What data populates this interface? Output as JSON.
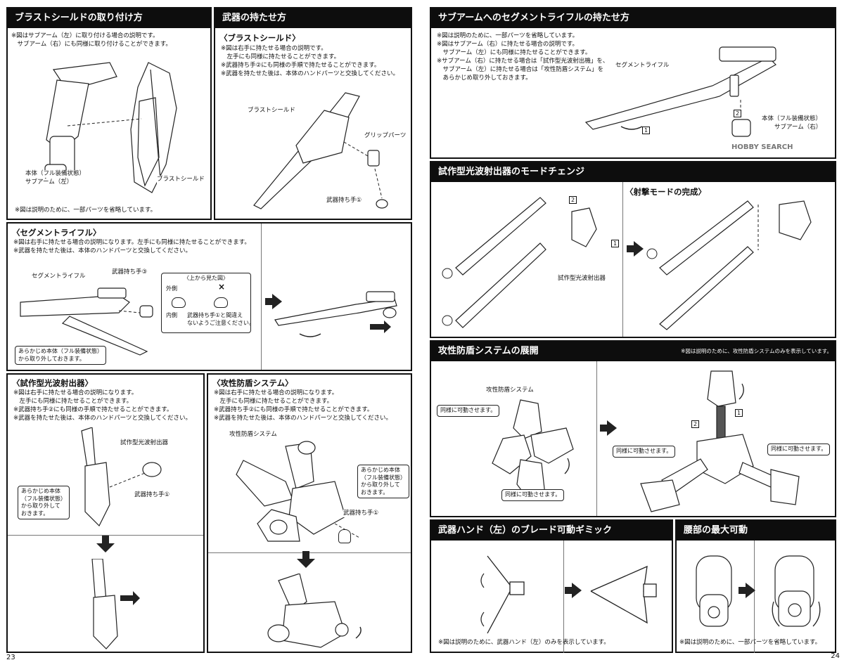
{
  "left_page": {
    "page_number": "23",
    "blast_mount": {
      "title": "ブラストシールドの取り付け方",
      "notes": [
        "※図はサブアーム（左）に取り付ける場合の説明です。",
        "　サブアーム（右）にも同様に取り付けることができます。"
      ],
      "label_body": "本体（フル装備状態）",
      "label_subarm": "サブアーム（左）",
      "label_shield": "ブラストシールド",
      "footer_note": "※図は説明のために、一部パーツを省略しています。"
    },
    "weapon_hold": {
      "title": "武器の持たせ方",
      "subtitle": "〈ブラストシールド〉",
      "notes": [
        "※図は右手に持たせる場合の説明です。",
        "　左手にも同様に持たせることができます。",
        "※武器持ち手②にも同様の手順で持たせることができます。",
        "※武器を持たせた後は、本体のハンドパーツと交換してください。"
      ],
      "label_shield": "ブラストシールド",
      "label_grip": "グリップパーツ",
      "label_hand": "武器持ち手①"
    },
    "segment_rifle": {
      "subtitle": "〈セグメントライフル〉",
      "notes": [
        "※図は右手に持たせる場合の説明になります。左手にも同様に持たせることができます。",
        "※武器を持たせた後は、本体のハンドパーツと交換してください。"
      ],
      "label_rifle": "セグメントライフル",
      "label_hand": "武器持ち手③",
      "view_title": "〈上から見た図〉",
      "outside": "外側",
      "inside": "内側",
      "cross": "×",
      "warn": [
        "武器持ち手①と間違え",
        "ないようご注意ください。"
      ],
      "callout": [
        "あらかじめ本体（フル装備状態）",
        "から取り外しておきます。"
      ]
    },
    "prototype": {
      "subtitle": "〈試作型光波射出器〉",
      "notes": [
        "※図は右手に持たせる場合の説明になります。",
        "　左手にも同様に持たせることができます。",
        "※武器持ち手②にも同様の手順で持たせることができます。",
        "※武器を持たせた後は、本体のハンドパーツと交換してください。"
      ],
      "label_part": "試作型光波射出器",
      "label_hand": "武器持ち手①",
      "callout": [
        "あらかじめ本体",
        "（フル装備状態）",
        "から取り外して",
        "おきます。"
      ]
    },
    "shield_system": {
      "subtitle": "〈攻性防盾システム〉",
      "notes": [
        "※図は右手に持たせる場合の説明になります。",
        "　左手にも同様に持たせることができます。",
        "※武器持ち手②にも同様の手順で持たせることができます。",
        "※武器を持たせた後は、本体のハンドパーツと交換してください。"
      ],
      "label_system": "攻性防盾システム",
      "label_hand": "武器持ち手①",
      "callout": [
        "あらかじめ本体",
        "（フル装備状態）",
        "から取り外して",
        "おきます。"
      ]
    }
  },
  "right_page": {
    "page_number": "24",
    "subarm_rifle": {
      "title": "サブアームへのセグメントライフルの持たせ方",
      "notes": [
        "※図は説明のために、一部パーツを省略しています。",
        "※図はサブアーム（右）に持たせる場合の説明です。",
        "　サブアーム（左）にも同様に持たせることができます。",
        "※サブアーム（右）に持たせる場合は「試作型光波射出機」を、",
        "　サブアーム（左）に持たせる場合は「攻性防盾システム」を",
        "　あらかじめ取り外しておきます。"
      ],
      "label_rifle": "セグメントライフル",
      "step1": "1",
      "step2": "2",
      "label_body": "本体（フル装備状態）",
      "label_subarm": "サブアーム（右）"
    },
    "mode_change": {
      "title": "試作型光波射出器のモードチェンジ",
      "subtitle": "〈射撃モードの完成〉",
      "step1": "1",
      "step2": "2",
      "label_part": "試作型光波射出器"
    },
    "deploy": {
      "title": "攻性防盾システムの展開",
      "note_right": "※図は説明のために、攻性防盾システムのみを表示しています。",
      "label_system": "攻性防盾システム",
      "callout_same": "同様に可動させます。",
      "step1": "1",
      "step2": "2"
    },
    "blade_gimmick": {
      "title": "武器ハンド（左）のブレード可動ギミック",
      "note": "※図は説明のために、武器ハンド（左）のみを表示しています。"
    },
    "waist": {
      "title": "腰部の最大可動",
      "note": "※図は説明のために、一部パーツを省略しています。"
    },
    "watermark": "HOBBY SEARCH"
  }
}
